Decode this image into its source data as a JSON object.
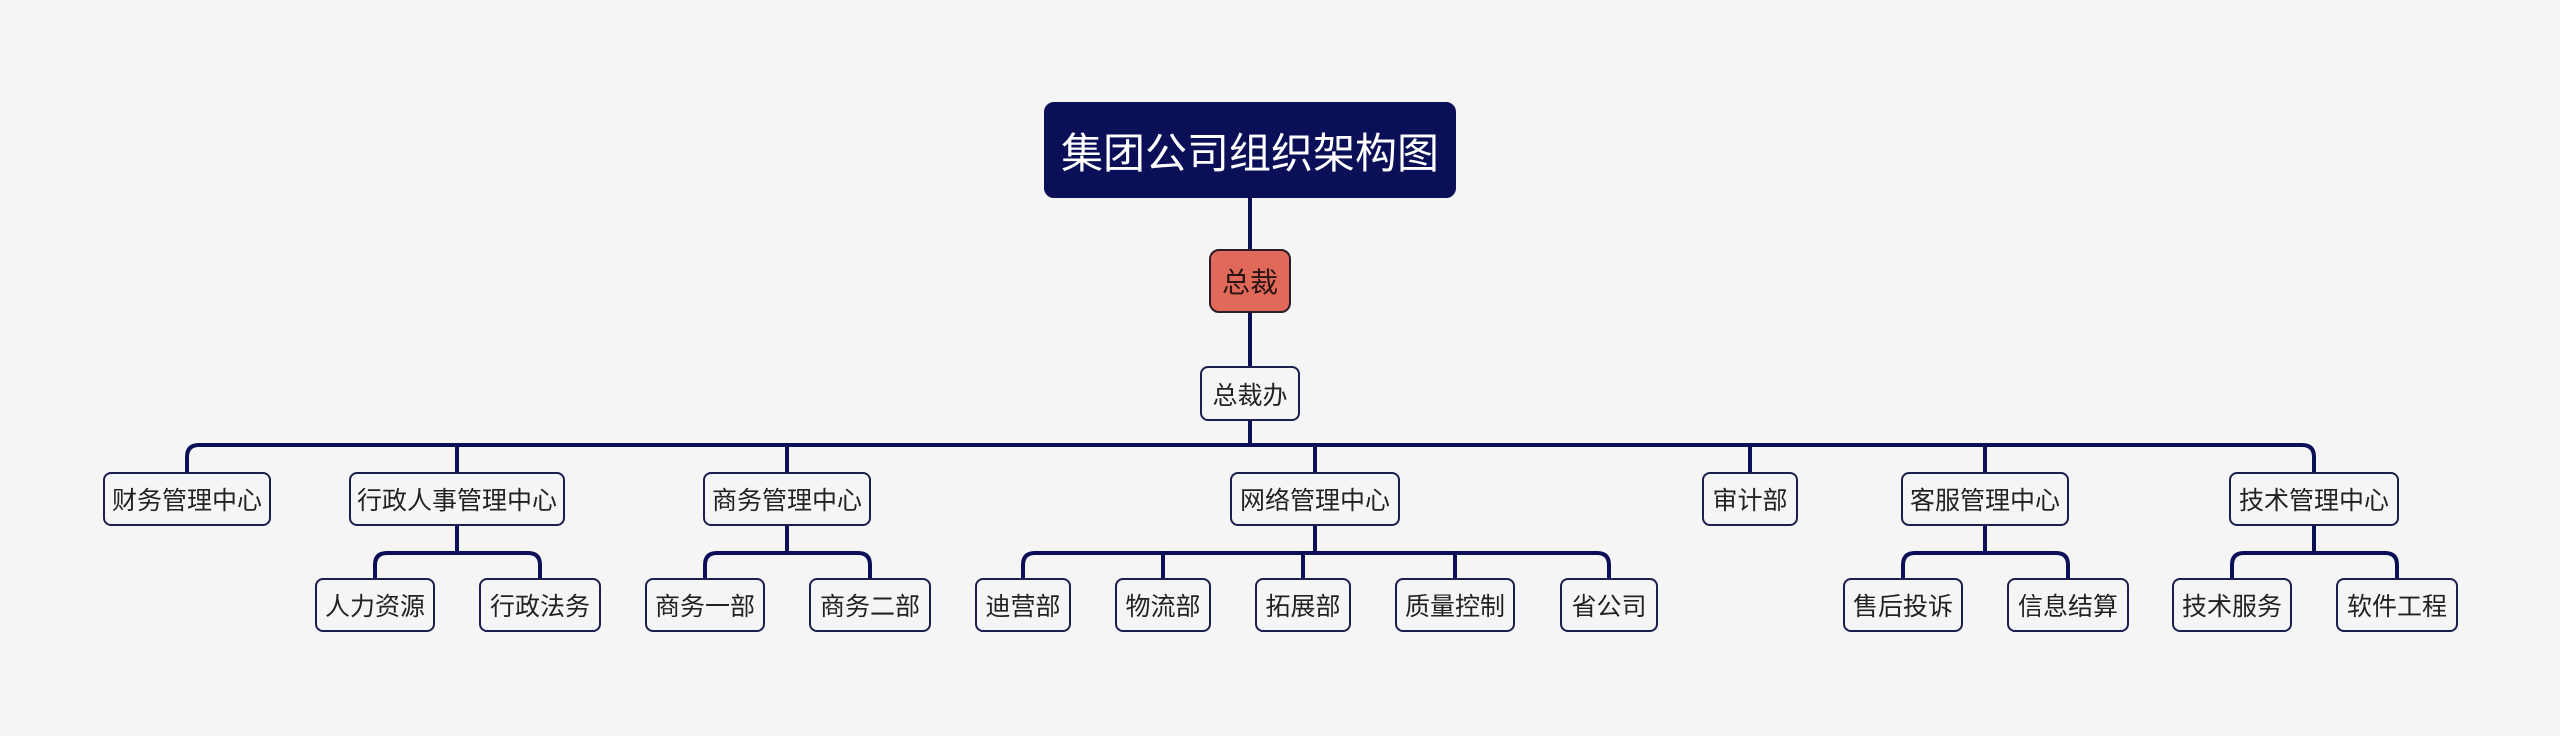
{
  "colors": {
    "background": "#f5f5f6",
    "line": "#0b0f57",
    "root_fill": "#0b0f57",
    "president_fill": "#e0695a"
  },
  "chart": {
    "title": "集团公司组织架构图",
    "president": "总裁",
    "office": "总裁办",
    "departments": [
      {
        "label": "财务管理中心",
        "children": []
      },
      {
        "label": "行政人事管理中心",
        "children": [
          "人力资源",
          "行政法务"
        ]
      },
      {
        "label": "商务管理中心",
        "children": [
          "商务一部",
          "商务二部"
        ]
      },
      {
        "label": "网络管理中心",
        "children": [
          "迪营部",
          "物流部",
          "拓展部",
          "质量控制",
          "省公司"
        ]
      },
      {
        "label": "审计部",
        "children": []
      },
      {
        "label": "客服管理中心",
        "children": [
          "售后投诉",
          "信息结算"
        ]
      },
      {
        "label": "技术管理中心",
        "children": [
          "技术服务",
          "软件工程"
        ]
      }
    ]
  }
}
